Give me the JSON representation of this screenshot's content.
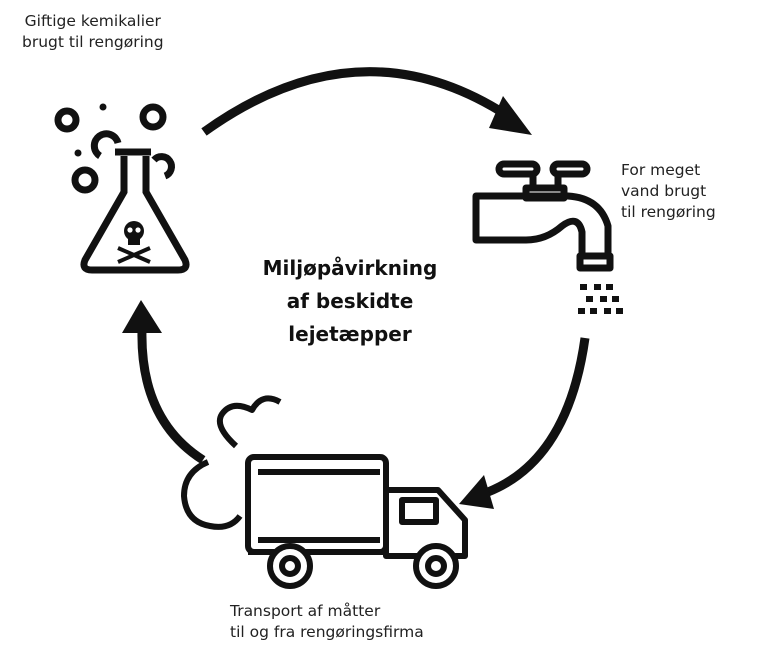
{
  "title": {
    "line1": "Miljøpåvirkning",
    "line2": "af beskidte",
    "line3": "lejetæpper"
  },
  "nodes": [
    {
      "icon": "chemical-flask-icon",
      "lines": [
        "Giftige kemikalier",
        "brugt til rengøring"
      ]
    },
    {
      "icon": "water-tap-icon",
      "lines": [
        "For meget",
        "vand brugt",
        "til rengøring"
      ]
    },
    {
      "icon": "delivery-truck-icon",
      "lines": [
        "Transport af måtter",
        "til og fra rengøringsfirma"
      ]
    }
  ],
  "colors": {
    "ink": "#111111",
    "text": "#222222",
    "background": "#ffffff"
  }
}
